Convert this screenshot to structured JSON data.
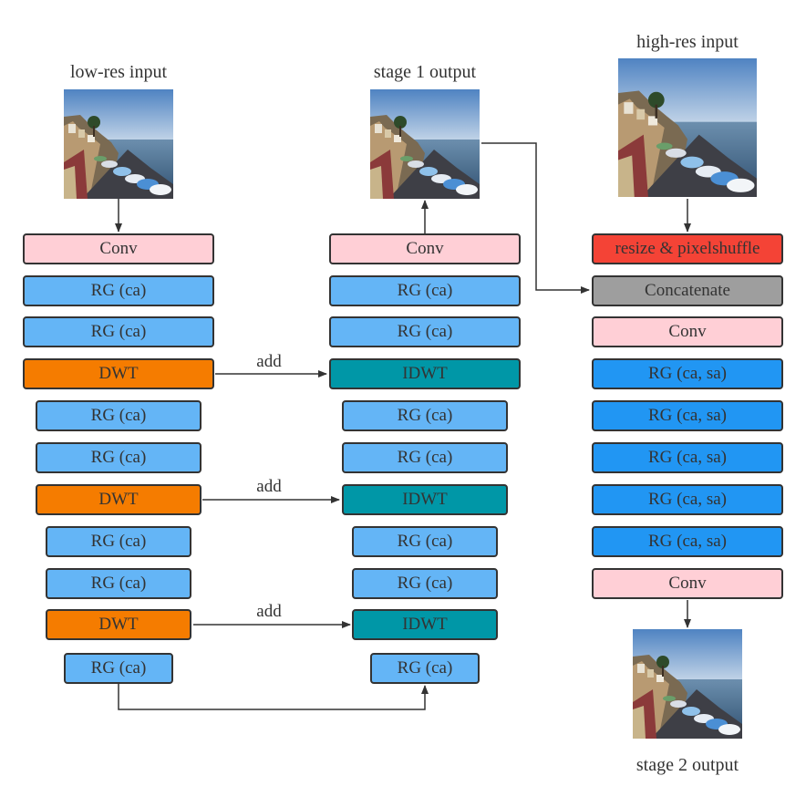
{
  "labels": {
    "low_res_input": "low-res input",
    "stage1_output": "stage 1 output",
    "high_res_input": "high-res input",
    "stage2_output": "stage 2 output"
  },
  "stage1_encoder": {
    "b1": "Conv",
    "b2": "RG (ca)",
    "b3": "RG (ca)",
    "b4": "DWT",
    "b5": "RG (ca)",
    "b6": "RG (ca)",
    "b7": "DWT",
    "b8": "RG (ca)",
    "b9": "RG (ca)",
    "b10": "DWT",
    "b11": "RG (ca)"
  },
  "stage1_decoder": {
    "b1": "Conv",
    "b2": "RG (ca)",
    "b3": "RG (ca)",
    "b4": "IDWT",
    "b5": "RG (ca)",
    "b6": "RG (ca)",
    "b7": "IDWT",
    "b8": "RG (ca)",
    "b9": "RG (ca)",
    "b10": "IDWT",
    "b11": "RG (ca)"
  },
  "stage2": {
    "b1": "resize & pixelshuffle",
    "b2": "Concatenate",
    "b3": "Conv",
    "b4": "RG (ca, sa)",
    "b5": "RG (ca, sa)",
    "b6": "RG (ca, sa)",
    "b7": "RG (ca, sa)",
    "b8": "RG (ca, sa)",
    "b9": "Conv"
  },
  "skip_labels": {
    "s1": "add",
    "s2": "add",
    "s3": "add"
  },
  "colors": {
    "conv": "#ffcfd6",
    "rg": "#64b5f6",
    "rg_sa": "#2196f3",
    "dwt": "#f57c00",
    "idwt": "#0097a7",
    "resize": "#f44336",
    "concat": "#9e9e9e"
  }
}
